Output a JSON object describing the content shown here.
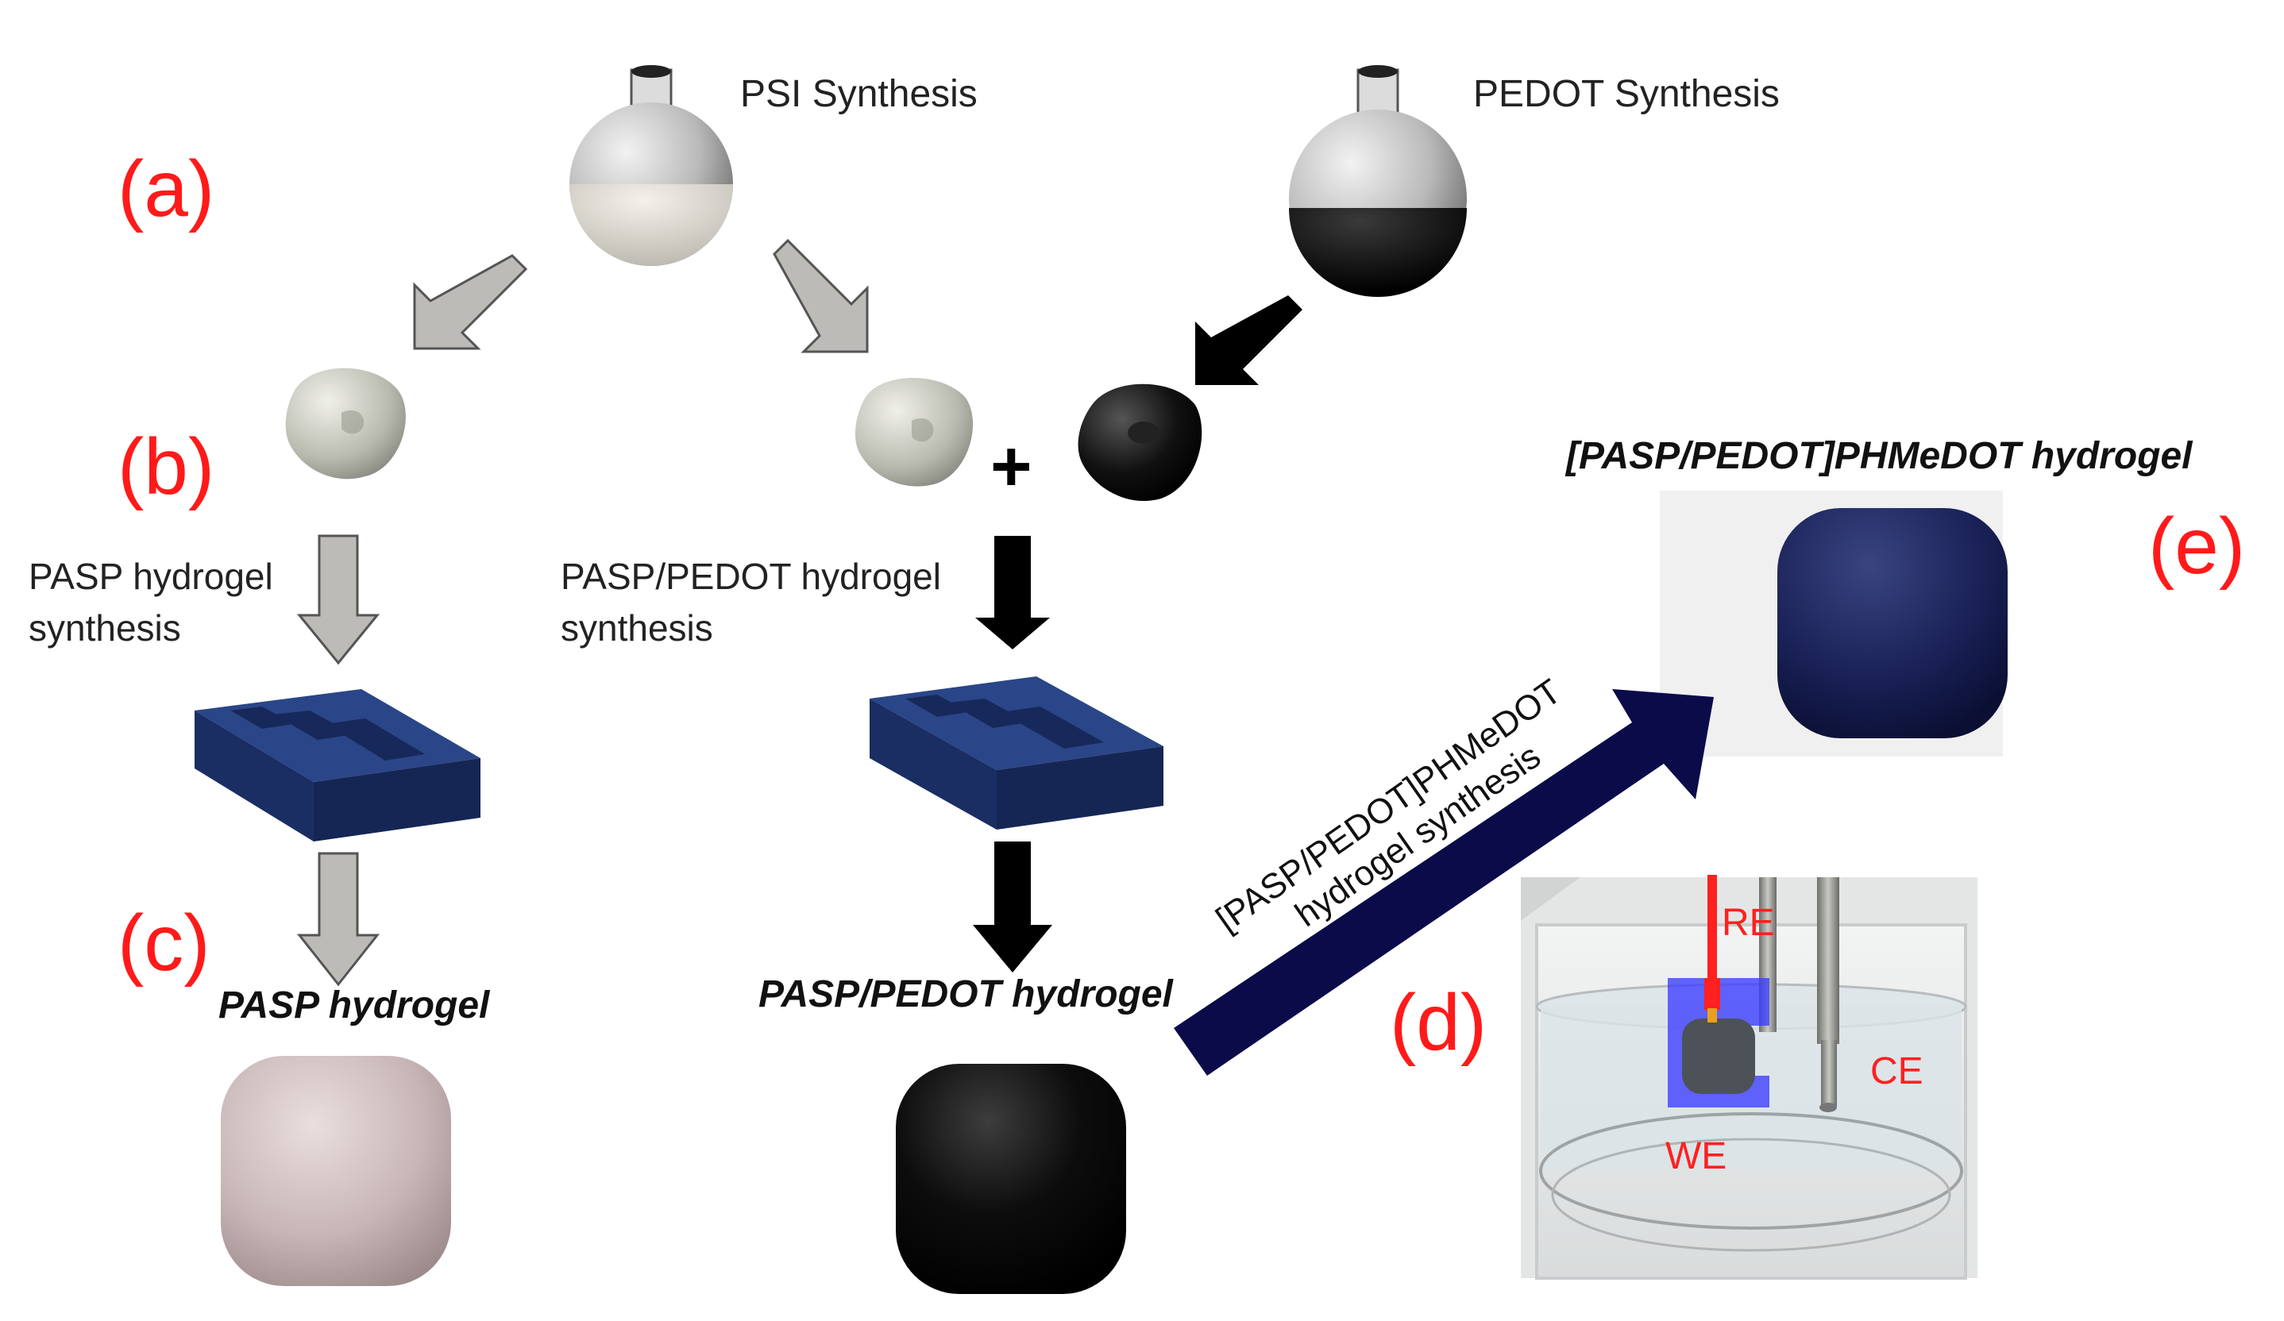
{
  "panels": {
    "a": "(a)",
    "b": "(b)",
    "c": "(c)",
    "d": "(d)",
    "e": "(e)"
  },
  "flasks": {
    "psi": "PSI Synthesis",
    "pedot": "PEDOT Synthesis"
  },
  "steps": {
    "pasp_line1": "PASP hydrogel",
    "pasp_line2": "synthesis",
    "pasp_pedot_line1": "PASP/PEDOT hydrogel",
    "pasp_pedot_line2": "synthesis",
    "phmedot_line1": "[PASP/PEDOT]PHMeDOT",
    "phmedot_line2": "hydrogel synthesis"
  },
  "products": {
    "pasp": "PASP hydrogel",
    "pasp_pedot": "PASP/PEDOT hydrogel",
    "phmedot": "[PASP/PEDOT]PHMeDOT hydrogel"
  },
  "plus": "+",
  "electrodes": {
    "re": "RE",
    "we": "WE",
    "ce": "CE"
  },
  "colors": {
    "panel_label": "#ff1a1a",
    "grey_arrow": "#bdbbb8",
    "black_arrow": "#000000",
    "navy_arrow": "#0b0b4a",
    "mold": "#223a78",
    "pasp_cube": "#cdbcbc",
    "phmedot_cube": "#1c2459",
    "electrode_red": "#ff2020"
  },
  "icons": [
    "round-bottom-flask-icon",
    "arrow-icon",
    "plus-icon",
    "mold-tray-icon",
    "cube-icon",
    "beaker-icon"
  ]
}
